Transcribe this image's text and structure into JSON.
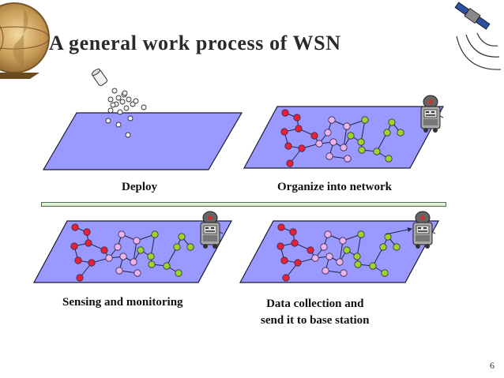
{
  "slide": {
    "title": "A general work process of WSN",
    "page_number": "6"
  },
  "stages": [
    {
      "id": "deploy",
      "caption": "Deploy"
    },
    {
      "id": "organize",
      "caption": "Organize into network"
    },
    {
      "id": "sensing",
      "caption": "Sensing and monitoring"
    },
    {
      "id": "data",
      "caption_lines": [
        "Data collection and",
        "send it to base station"
      ]
    }
  ],
  "colors": {
    "field": "#9999ff",
    "field_border": "#1a1a2e",
    "node_red": "#e8203a",
    "node_violet": "#e8b4f0",
    "node_green": "#9ad52a",
    "edge": "#222244",
    "sensor_drop": "#f5f5f5"
  },
  "decor": {
    "top_left": "globe-icon",
    "top_right": "satellite-icon",
    "base_station": "robot-icon",
    "dispenser": "sensor-dispenser-icon"
  }
}
